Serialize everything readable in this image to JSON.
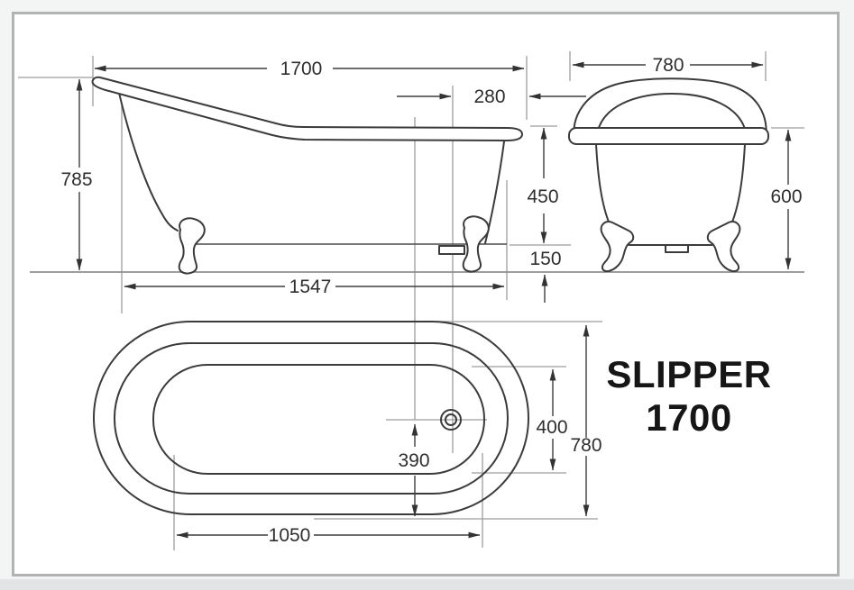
{
  "title": {
    "line1": "SLIPPER",
    "line2": "1700"
  },
  "dimensions": {
    "overall_length": "1700",
    "drain_to_front_edge": "280",
    "end_overall_width": "780",
    "overall_height": "785",
    "rim_to_underside": "450",
    "end_rim_height": "600",
    "underside_clearance": "150",
    "base_length": "1547",
    "inner_width_at_drain": "400",
    "plan_overall_width": "780",
    "drain_to_outer_edge": "390",
    "flat_base_length": "1050"
  }
}
